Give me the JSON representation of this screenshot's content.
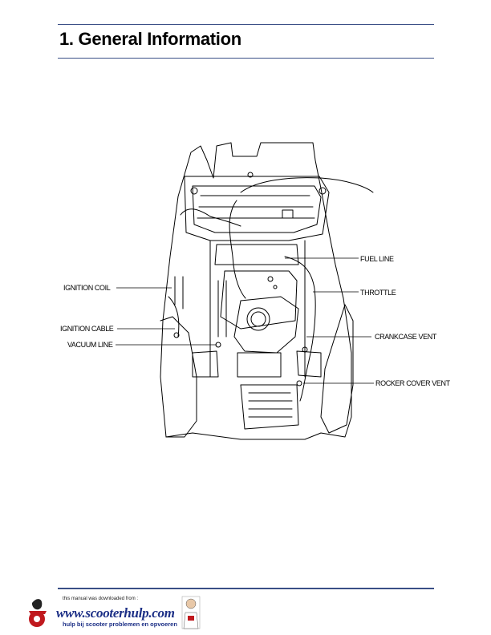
{
  "header": {
    "title": "1. General Information"
  },
  "diagram": {
    "labels": {
      "fuel_line": "FUEL LINE",
      "ignition_coil": "IGNITION COIL",
      "throttle": "THROTTLE",
      "ignition_cable": "IGNITION CABLE",
      "crankcase_vent": "CRANKCASE VENT",
      "vacuum_line": "VACUUM LINE",
      "rocker_cover_vent": "ROCKER COVER VENT"
    }
  },
  "footer": {
    "downloaded_text": "this manual was downloaded from :",
    "site_url": "www.scooterhulp.com",
    "tagline": "hulp bij scooter problemen en opvoeren",
    "colors": {
      "brand_blue": "#1c2f86",
      "logo_red": "#c0191e",
      "rule": "#3a4f86"
    }
  }
}
